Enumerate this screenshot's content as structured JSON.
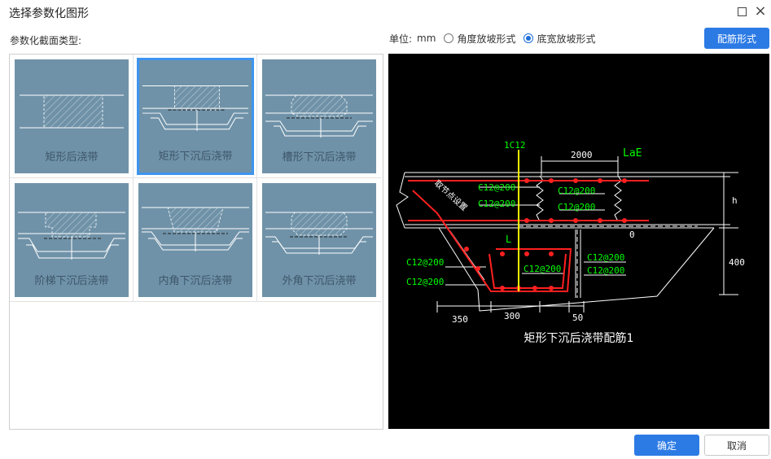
{
  "window": {
    "title": "选择参数化图形"
  },
  "section_label": "参数化截面类型:",
  "unit": {
    "label": "单位:",
    "value": "mm"
  },
  "radios": [
    {
      "label": "角度放坡形式",
      "checked": false
    },
    {
      "label": "底宽放坡形式",
      "checked": true
    }
  ],
  "rebar_button": "配筋形式",
  "tiles": [
    {
      "label": "矩形后浇带",
      "selected": false
    },
    {
      "label": "矩形下沉后浇带",
      "selected": true
    },
    {
      "label": "槽形下沉后浇带",
      "selected": false
    },
    {
      "label": "阶梯下沉后浇带",
      "selected": false
    },
    {
      "label": "内角下沉后浇带",
      "selected": false
    },
    {
      "label": "外角下沉后浇带",
      "selected": false
    }
  ],
  "preview": {
    "caption": "矩形下沉后浇带配筋1",
    "labels": {
      "top_bar": "1C12",
      "dim_2000": "2000",
      "lae": "LaE",
      "rebar_a": "C12@200",
      "rebar_b": "C12@200",
      "rebar_c": "C12@200",
      "rebar_d": "C12@200",
      "rebar_e": "C12@200",
      "rebar_f": "C12@200",
      "rebar_g": "C12@200",
      "rebar_h": "C12@200",
      "rebar_i": "C12@200",
      "h": "h",
      "zero": "0",
      "dim_400": "400",
      "l_mark": "L",
      "dim_350": "350",
      "dim_300": "300",
      "dim_50": "50",
      "node_ref": "取节点设置"
    },
    "colors": {
      "rebar": "#ff2020",
      "dim_text": "#00ff00",
      "outline": "#ffffff",
      "yellow": "#ffff00"
    }
  },
  "ok_button": "确定",
  "cancel_button": "取消"
}
